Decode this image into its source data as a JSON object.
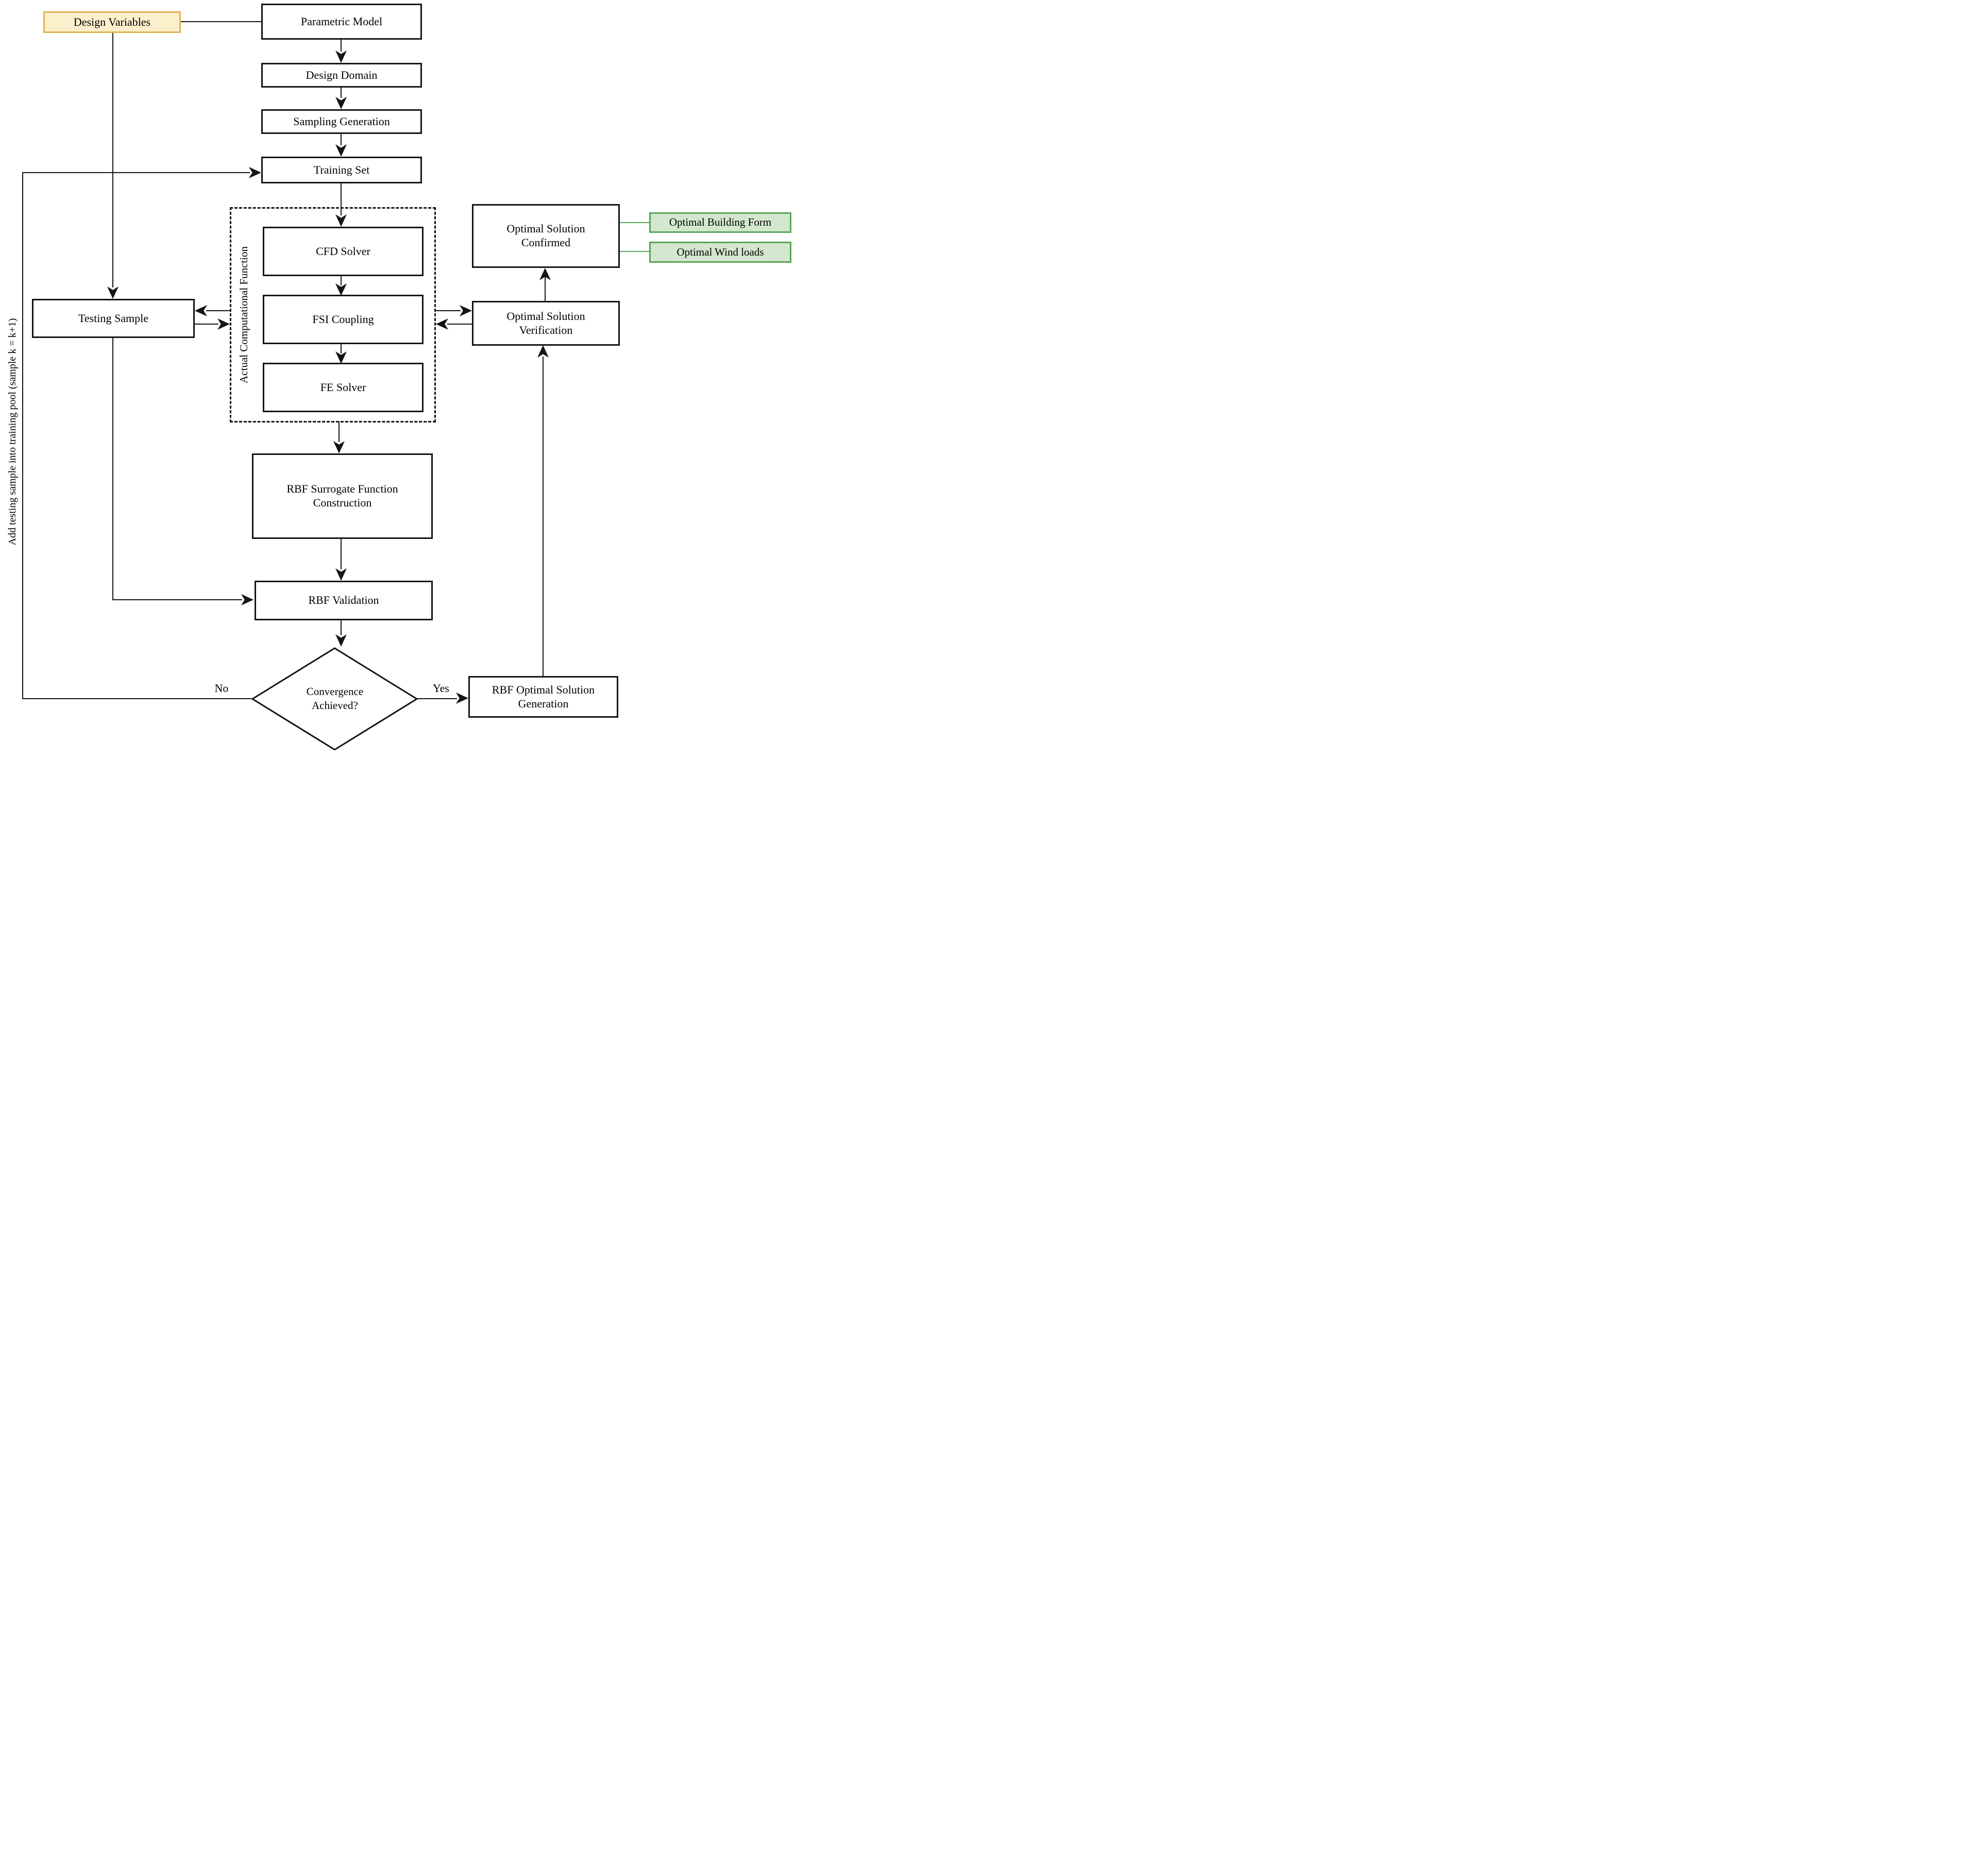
{
  "diagram": {
    "title_hint": "Surrogate-based aerodynamic/structural optimization workflow flowchart",
    "colors": {
      "yellow_fill": "#fcf0cc",
      "yellow_border": "#dfb551",
      "green_fill": "#d3e7cf",
      "green_border": "#57a757",
      "line": "#141414",
      "background": "#ffffff"
    },
    "nodes": {
      "design_variables": {
        "label": "Design Variables"
      },
      "parametric_model": {
        "label": "Parametric Model"
      },
      "design_domain": {
        "label": "Design Domain"
      },
      "sampling_generation": {
        "label": "Sampling Generation"
      },
      "training_set": {
        "label": "Training Set"
      },
      "actual_computational_function": {
        "label": "Actual Computational Function"
      },
      "cfd_solver": {
        "label": "CFD Solver"
      },
      "fsi_coupling": {
        "label": "FSI Coupling"
      },
      "fe_solver": {
        "label": "FE Solver"
      },
      "testing_sample": {
        "label": "Testing Sample"
      },
      "optimal_solution_confirmed": {
        "line1": "Optimal Solution",
        "line2": "Confirmed"
      },
      "optimal_building_form": {
        "label": "Optimal Building Form"
      },
      "optimal_wind_loads": {
        "label": "Optimal Wind loads"
      },
      "optimal_solution_verification": {
        "line1": "Optimal Solution",
        "line2": "Verification"
      },
      "rbf_surrogate_function_construction": {
        "line1": "RBF Surrogate Function",
        "line2": "Construction"
      },
      "rbf_validation": {
        "label": "RBF Validation"
      },
      "convergence_achieved": {
        "line1": "Convergence",
        "line2": "Achieved?"
      },
      "rbf_optimal_solution_generation": {
        "line1": "RBF Optimal Solution",
        "line2": "Generation"
      }
    },
    "edge_labels": {
      "no": "No",
      "yes": "Yes"
    },
    "side_note": "Add testing sample into training pool (sample k = k+1)"
  }
}
